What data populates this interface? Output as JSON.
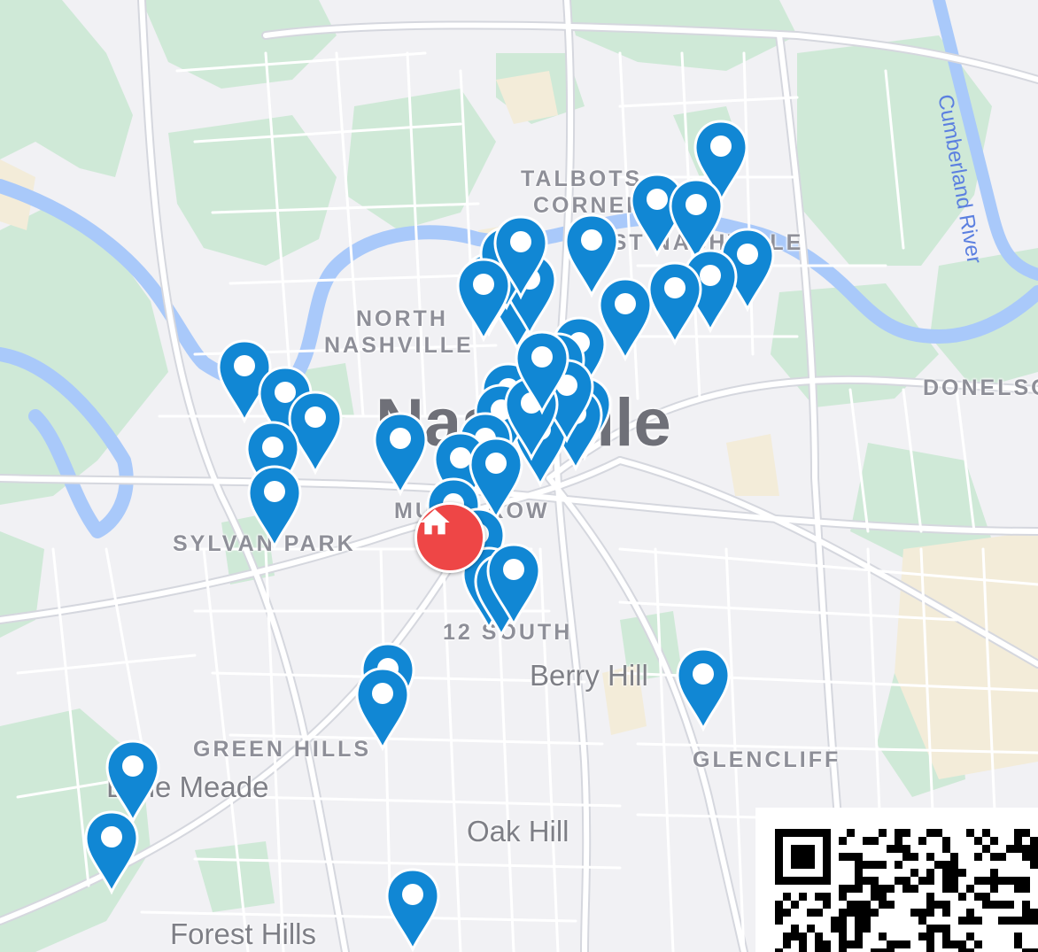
{
  "map": {
    "labels": {
      "talbots_corner_1": "TALBOTS",
      "talbots_corner_2": "CORNER",
      "east_nashville": "EAST NASHVILLE",
      "north_nashville_1": "NORTH",
      "north_nashville_2": "NASHVILLE",
      "donelson": "DONELSON",
      "city": "Nashville",
      "music_row": "MUSIC ROW",
      "sylvan_park": "SYLVAN PARK",
      "twelve_south": "12 SOUTH",
      "berry_hill": "Berry Hill",
      "green_hills": "GREEN HILLS",
      "belle_meade": "Belle Meade",
      "glencliff": "GLENCLIFF",
      "oak_hill": "Oak Hill",
      "forest_hills": "Forest Hills",
      "cumberland_river": "Cumberland River"
    },
    "markers": {
      "pin_icon": "map-pin-icon",
      "pin_color": "#1187d4",
      "count": 45
    },
    "home_marker": {
      "icon": "home-icon",
      "color": "#ee4646"
    },
    "colors": {
      "land": "#f1f1f4",
      "park": "#cfe9d7",
      "water": "#a9c9fa",
      "road": "#ffffff",
      "road_outline": "#d4d6dd",
      "highway": "#e6e7ec",
      "beige": "#f3ecd9"
    },
    "qr_code": "qr-code-icon"
  }
}
